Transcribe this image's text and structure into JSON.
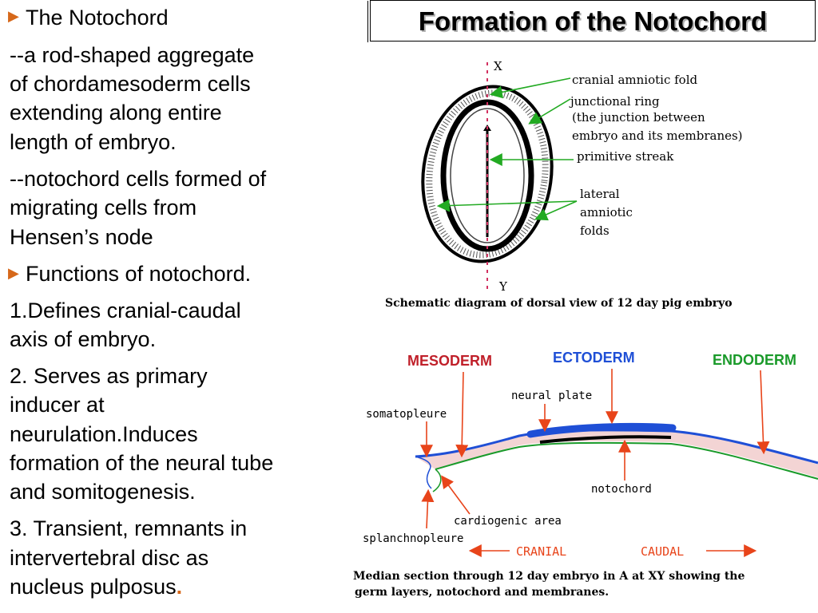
{
  "title": "Formation of the Notochord",
  "left_text": {
    "heading1": "The Notochord",
    "l1": "--a rod-shaped aggregate",
    "l2": "of chordamesoderm cells",
    "l3": "extending along entire",
    "l4": "length of embryo.",
    "l5": "--notochord cells formed of",
    "l6": "migrating cells from",
    "l7": "Hensen’s node",
    "heading2": "Functions of notochord.",
    "l8": "1.Defines cranial-caudal",
    "l9": "axis of embryo.",
    "l10": "2. Serves as primary",
    "l11": "inducer at",
    "l12": "neurulation.Induces",
    "l13": "formation of the neural tube",
    "l14": "and somitogenesis.",
    "l15": "3. Transient, remnants in",
    "l16": "intervertebral disc as",
    "l17": "nucleus pulposus",
    "l17_end": "."
  },
  "diagram_a": {
    "x_label": "X",
    "y_label": "Y",
    "cranial_amniotic_fold": "cranial amniotic fold",
    "junctional_ring_1": "junctional ring",
    "junctional_ring_2": "(the junction between",
    "junctional_ring_3": "embryo and its membranes)",
    "primitive_streak": "primitive streak",
    "lateral_1": "lateral",
    "lateral_2": "amniotic",
    "lateral_3": "folds",
    "caption": "Schematic diagram of dorsal view of 12 day pig embryo"
  },
  "diagram_b": {
    "mesoderm": "MESODERM",
    "ectoderm": "ECTODERM",
    "endoderm": "ENDODERM",
    "neural_plate": "neural plate",
    "somatopleure": "somatopleure",
    "notochord": "notochord",
    "cardiogenic_area": "cardiogenic area",
    "splanchnopleure": "splanchnopleure",
    "cranial": "CRANIAL",
    "caudal": "CAUDAL",
    "caption_1": "Median section through 12 day embryo in A at XY showing the",
    "caption_2": "germ layers, notochord and membranes."
  },
  "colors": {
    "mesoderm": "#c0202a",
    "ectoderm": "#1f4fd6",
    "endoderm": "#1a9a2a",
    "arrow_green": "#22aa22",
    "arrow_red": "#e8441a",
    "bullet": "#d6681a"
  }
}
